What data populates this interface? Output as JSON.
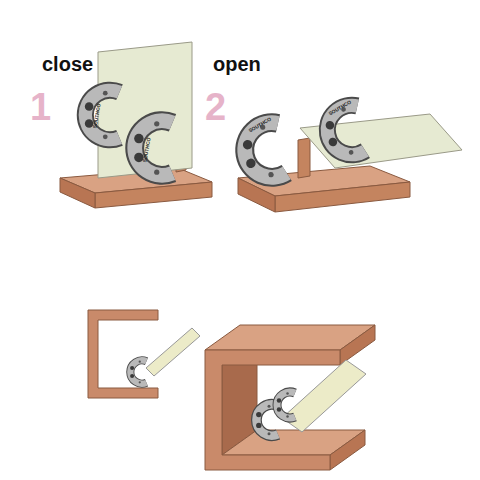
{
  "diagram": {
    "labels": [
      "close",
      "open",
      "1",
      "2",
      "SOUTHCO",
      "SOUTHCO",
      "SOUTHCO",
      "SOUTHCO"
    ]
  }
}
